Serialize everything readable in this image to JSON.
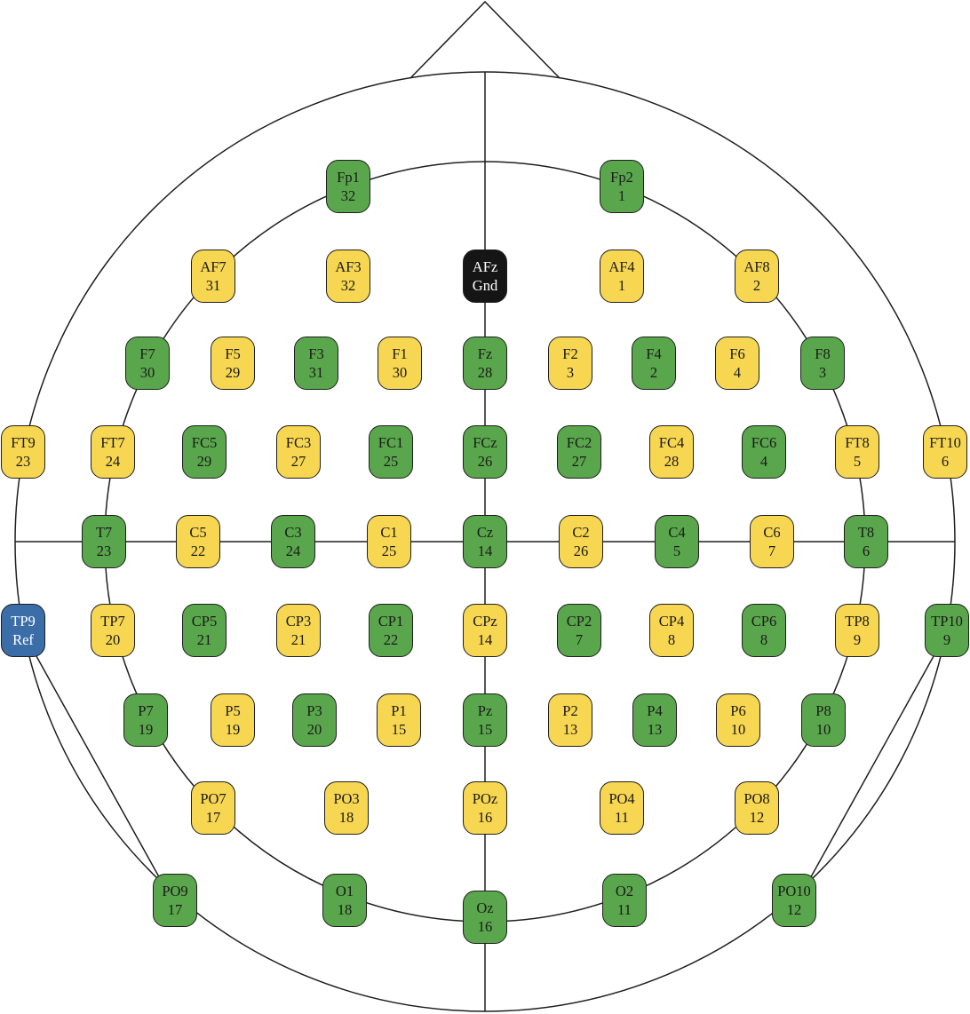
{
  "colors": {
    "green": "#5aa64c",
    "yellow": "#f7d652",
    "black": "#151515",
    "blue": "#3b6ea8",
    "outline": "#1e1e1e"
  },
  "electrodes": [
    {
      "label": "Fp1",
      "channel": "32",
      "color": "green"
    },
    {
      "label": "Fp2",
      "channel": "1",
      "color": "green"
    },
    {
      "label": "AF7",
      "channel": "31",
      "color": "yellow"
    },
    {
      "label": "AF3",
      "channel": "32",
      "color": "yellow"
    },
    {
      "label": "AFz",
      "channel": "Gnd",
      "color": "black"
    },
    {
      "label": "AF4",
      "channel": "1",
      "color": "yellow"
    },
    {
      "label": "AF8",
      "channel": "2",
      "color": "yellow"
    },
    {
      "label": "F7",
      "channel": "30",
      "color": "green"
    },
    {
      "label": "F5",
      "channel": "29",
      "color": "yellow"
    },
    {
      "label": "F3",
      "channel": "31",
      "color": "green"
    },
    {
      "label": "F1",
      "channel": "30",
      "color": "yellow"
    },
    {
      "label": "Fz",
      "channel": "28",
      "color": "green"
    },
    {
      "label": "F2",
      "channel": "3",
      "color": "yellow"
    },
    {
      "label": "F4",
      "channel": "2",
      "color": "green"
    },
    {
      "label": "F6",
      "channel": "4",
      "color": "yellow"
    },
    {
      "label": "F8",
      "channel": "3",
      "color": "green"
    },
    {
      "label": "FT9",
      "channel": "23",
      "color": "yellow"
    },
    {
      "label": "FT7",
      "channel": "24",
      "color": "yellow"
    },
    {
      "label": "FC5",
      "channel": "29",
      "color": "green"
    },
    {
      "label": "FC3",
      "channel": "27",
      "color": "yellow"
    },
    {
      "label": "FC1",
      "channel": "25",
      "color": "green"
    },
    {
      "label": "FCz",
      "channel": "26",
      "color": "green"
    },
    {
      "label": "FC2",
      "channel": "27",
      "color": "green"
    },
    {
      "label": "FC4",
      "channel": "28",
      "color": "yellow"
    },
    {
      "label": "FC6",
      "channel": "4",
      "color": "green"
    },
    {
      "label": "FT8",
      "channel": "5",
      "color": "yellow"
    },
    {
      "label": "FT10",
      "channel": "6",
      "color": "yellow"
    },
    {
      "label": "T7",
      "channel": "23",
      "color": "green"
    },
    {
      "label": "C5",
      "channel": "22",
      "color": "yellow"
    },
    {
      "label": "C3",
      "channel": "24",
      "color": "green"
    },
    {
      "label": "C1",
      "channel": "25",
      "color": "yellow"
    },
    {
      "label": "Cz",
      "channel": "14",
      "color": "green"
    },
    {
      "label": "C2",
      "channel": "26",
      "color": "yellow"
    },
    {
      "label": "C4",
      "channel": "5",
      "color": "green"
    },
    {
      "label": "C6",
      "channel": "7",
      "color": "yellow"
    },
    {
      "label": "T8",
      "channel": "6",
      "color": "green"
    },
    {
      "label": "TP9",
      "channel": "Ref",
      "color": "blue"
    },
    {
      "label": "TP7",
      "channel": "20",
      "color": "yellow"
    },
    {
      "label": "CP5",
      "channel": "21",
      "color": "green"
    },
    {
      "label": "CP3",
      "channel": "21",
      "color": "yellow"
    },
    {
      "label": "CP1",
      "channel": "22",
      "color": "green"
    },
    {
      "label": "CPz",
      "channel": "14",
      "color": "yellow"
    },
    {
      "label": "CP2",
      "channel": "7",
      "color": "green"
    },
    {
      "label": "CP4",
      "channel": "8",
      "color": "yellow"
    },
    {
      "label": "CP6",
      "channel": "8",
      "color": "green"
    },
    {
      "label": "TP8",
      "channel": "9",
      "color": "yellow"
    },
    {
      "label": "TP10",
      "channel": "9",
      "color": "green"
    },
    {
      "label": "P7",
      "channel": "19",
      "color": "green"
    },
    {
      "label": "P5",
      "channel": "19",
      "color": "yellow"
    },
    {
      "label": "P3",
      "channel": "20",
      "color": "green"
    },
    {
      "label": "P1",
      "channel": "15",
      "color": "yellow"
    },
    {
      "label": "Pz",
      "channel": "15",
      "color": "green"
    },
    {
      "label": "P2",
      "channel": "13",
      "color": "yellow"
    },
    {
      "label": "P4",
      "channel": "13",
      "color": "green"
    },
    {
      "label": "P6",
      "channel": "10",
      "color": "yellow"
    },
    {
      "label": "P8",
      "channel": "10",
      "color": "green"
    },
    {
      "label": "PO7",
      "channel": "17",
      "color": "yellow"
    },
    {
      "label": "PO3",
      "channel": "18",
      "color": "yellow"
    },
    {
      "label": "POz",
      "channel": "16",
      "color": "yellow"
    },
    {
      "label": "PO4",
      "channel": "11",
      "color": "yellow"
    },
    {
      "label": "PO8",
      "channel": "12",
      "color": "yellow"
    },
    {
      "label": "PO9",
      "channel": "17",
      "color": "green"
    },
    {
      "label": "O1",
      "channel": "18",
      "color": "green"
    },
    {
      "label": "Oz",
      "channel": "16",
      "color": "green"
    },
    {
      "label": "O2",
      "channel": "11",
      "color": "green"
    },
    {
      "label": "PO10",
      "channel": "12",
      "color": "green"
    }
  ]
}
